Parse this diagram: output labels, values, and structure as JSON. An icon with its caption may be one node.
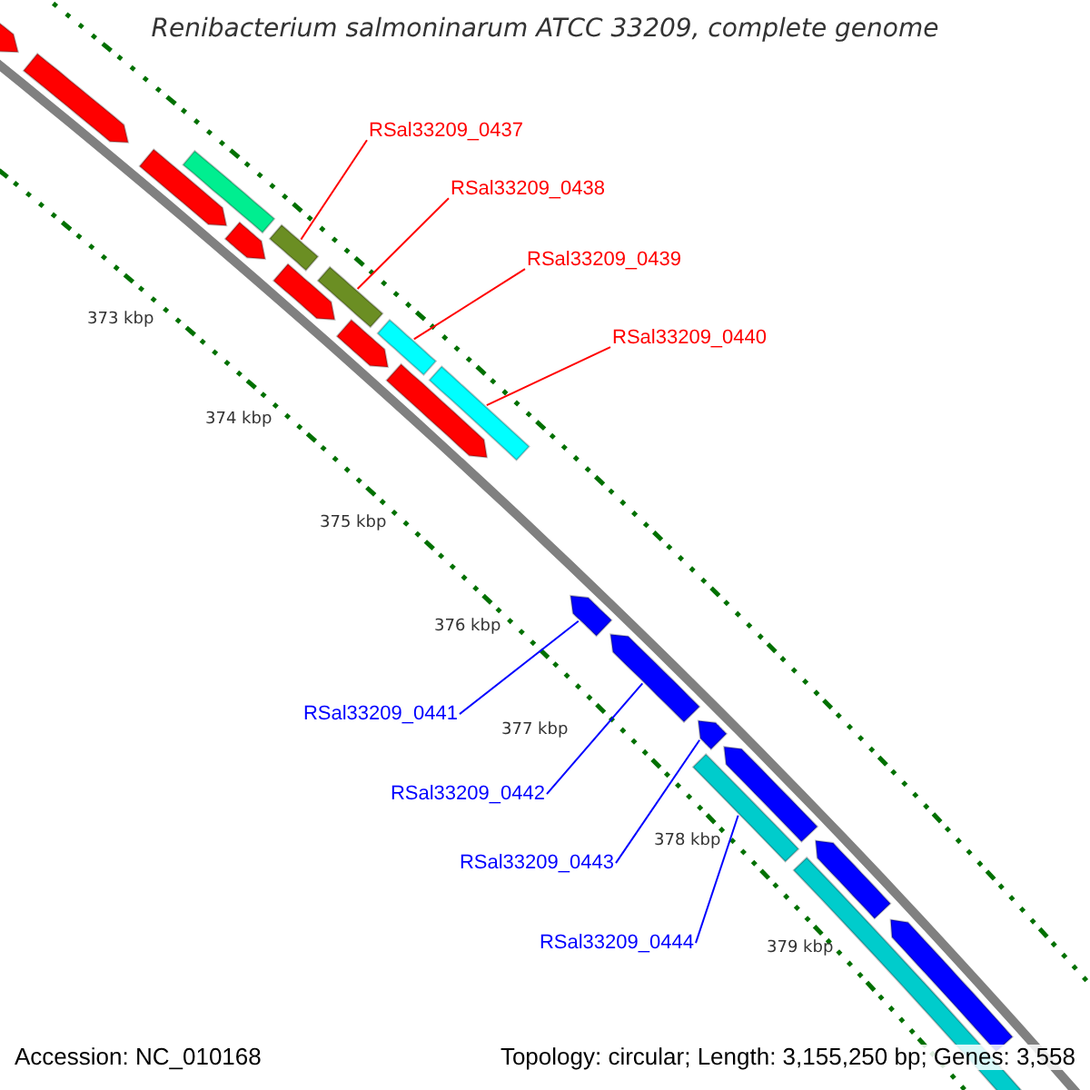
{
  "diagram": {
    "title": "Renibacterium salmoninarum ATCC 33209, complete genome",
    "nodes": [
      {
        "text": [
          "RSal33209_0437"
        ]
      },
      {
        "text": [
          "RSal33209_0438"
        ]
      },
      {
        "text": [
          "RSal33209_0439"
        ]
      },
      {
        "text": [
          "RSal33209_0440"
        ]
      },
      {
        "text": [
          "RSal33209_0441"
        ]
      },
      {
        "text": [
          "RSal33209_0442"
        ]
      },
      {
        "text": [
          "RSal33209_0443"
        ]
      },
      {
        "text": [
          "RSal33209_0444"
        ]
      },
      {
        "text": [],
        "shape": "bar"
      },
      {
        "text": [],
        "shape": "bar"
      },
      {
        "text": [],
        "shape": "bar"
      },
      {
        "text": [],
        "shape": "bar"
      },
      {
        "text": [],
        "shape": "bar"
      },
      {
        "text": [],
        "shape": "bar"
      },
      {
        "text": [],
        "shape": "bar"
      },
      {
        "text": [],
        "shape": "bar"
      },
      {
        "text": [],
        "shape": "bar"
      },
      {
        "text": [],
        "shape": "bar"
      },
      {
        "text": [],
        "shape": "bar"
      },
      {
        "text": [],
        "shape": "bar"
      },
      {
        "text": [],
        "shape": "bar"
      },
      {
        "text": [],
        "shape": "bar"
      },
      {
        "text": [],
        "shape": "bar"
      },
      {
        "text": [],
        "shape": "bar"
      },
      {
        "text": [],
        "shape": "bar"
      },
      {
        "text": [],
        "shape": "bar"
      },
      {
        "text": [],
        "shape": "bar"
      },
      {
        "text": [],
        "shape": "bar"
      }
    ],
    "edges": [
      {
        "from": 0,
        "to": 13,
        "arrow": "none",
        "color": "#ff0000"
      },
      {
        "from": 1,
        "to": 15,
        "arrow": "none",
        "color": "#ff0000"
      },
      {
        "from": 2,
        "to": 17,
        "arrow": "none",
        "color": "#ff0000"
      },
      {
        "from": 3,
        "to": 19,
        "arrow": "none",
        "color": "#ff0000"
      },
      {
        "from": 4,
        "to": 20,
        "arrow": "none",
        "color": "#0000ff"
      },
      {
        "from": 5,
        "to": 21,
        "arrow": "none",
        "color": "#0000ff"
      },
      {
        "from": 6,
        "to": 22,
        "arrow": "none",
        "color": "#0000ff"
      },
      {
        "from": 7,
        "to": 23,
        "arrow": "none",
        "color": "#0000ff"
      }
    ],
    "labels": [
      "373 kbp",
      "374 kbp",
      "375 kbp",
      "376 kbp",
      "377 kbp",
      "378 kbp",
      "379 kbp",
      "Accession: NC_010168",
      "Topology: circular; Length: 3,155,250 bp; Genes: 3,558"
    ]
  }
}
